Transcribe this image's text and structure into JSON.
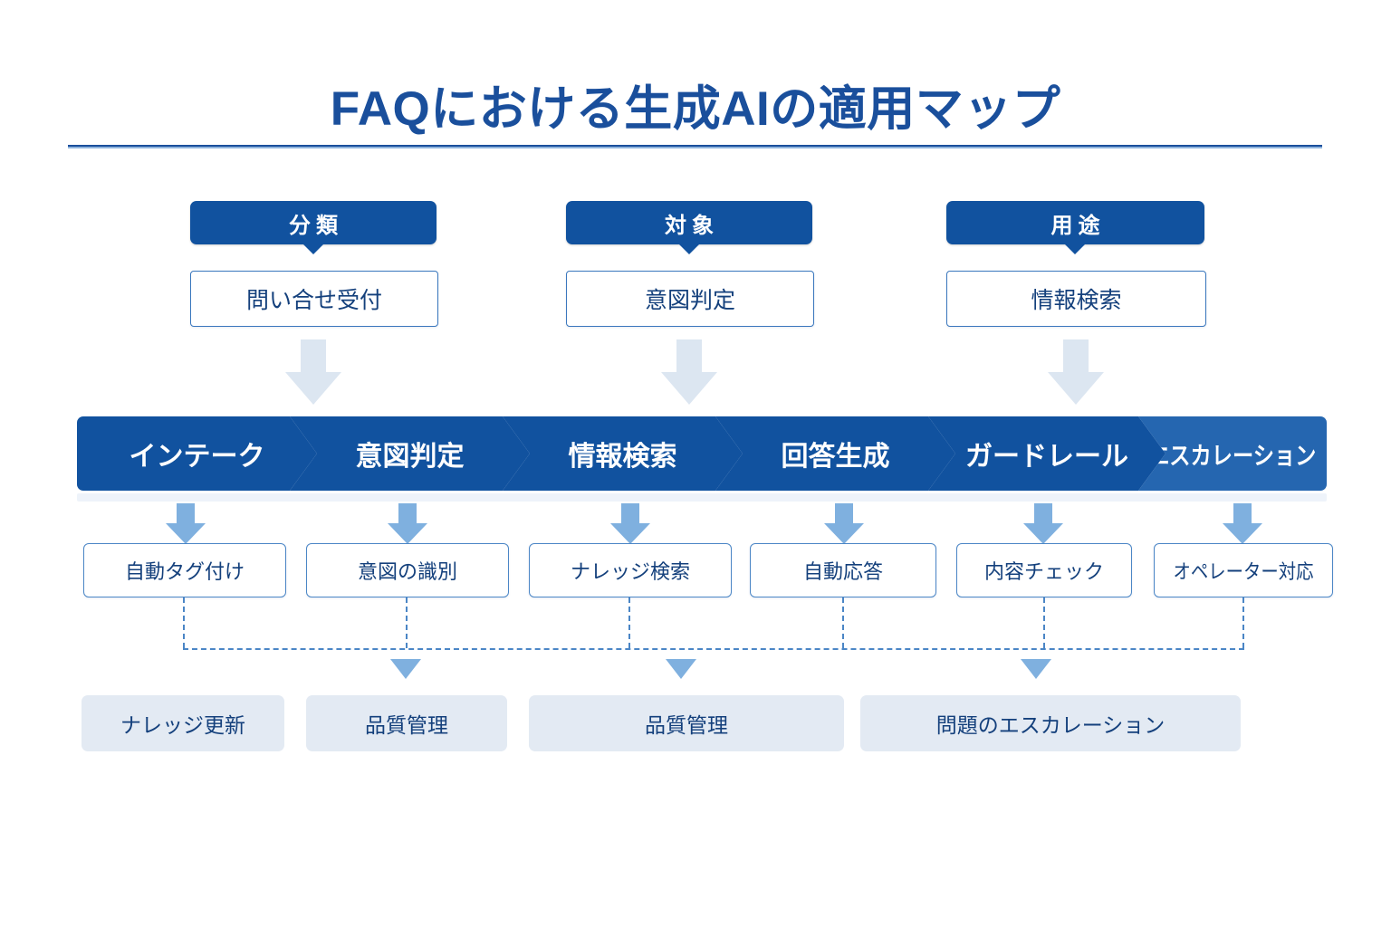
{
  "title": "FAQにおける生成AIの適用マップ",
  "colors": {
    "brand_dark": "#11529f",
    "brand_title": "#1a4f9c",
    "chevron_last": "#2566b0",
    "arrow_pale": "#dce6f1",
    "arrow_blue": "#7fb0df",
    "box_border": "#4b86c6",
    "bottom_fill": "#e3eaf3",
    "text_navy": "#14407c"
  },
  "top_columns": [
    {
      "header": "分類",
      "box": "問い合せ受付"
    },
    {
      "header": "対象",
      "box": "意図判定"
    },
    {
      "header": "用途",
      "box": "情報検索"
    }
  ],
  "pipeline": [
    {
      "label": "インテーク"
    },
    {
      "label": "意図判定"
    },
    {
      "label": "情報検索"
    },
    {
      "label": "回答生成"
    },
    {
      "label": "ガードレール"
    },
    {
      "label": "エスカレーション"
    }
  ],
  "mid_boxes": [
    {
      "label": "自動タグ付け"
    },
    {
      "label": "意図の識別"
    },
    {
      "label": "ナレッジ検索"
    },
    {
      "label": "自動応答"
    },
    {
      "label": "内容チェック"
    },
    {
      "label": "オペレーター対応"
    }
  ],
  "bottom_boxes": [
    {
      "label": "ナレッジ更新"
    },
    {
      "label": "品質管理"
    },
    {
      "label": "品質管理"
    },
    {
      "label": "問題のエスカレーション"
    }
  ]
}
